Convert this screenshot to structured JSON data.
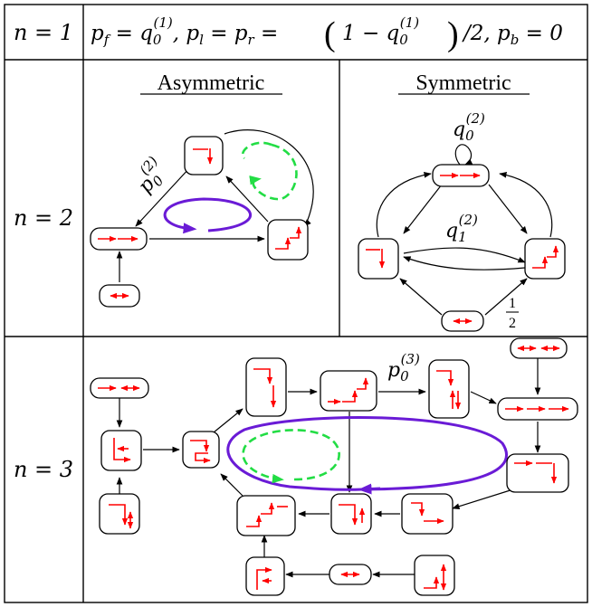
{
  "table": {
    "row1": {
      "n_label": "n = 1",
      "formula_parts": {
        "pf": "p",
        "pf_sub": "f",
        "eq1": " = q",
        "q_sub": "0",
        "q_sup": "(1)",
        "sep1": ", p",
        "pl_sub": "l",
        "eq2": " = p",
        "pr_sub": "r",
        "eq3": " = ",
        "paren_open": "(",
        "one_minus": "1 − q",
        "q2_sub": "0",
        "q2_sup": "(1)",
        "paren_close": ")",
        "div2": "/2, p",
        "pb_sub": "b",
        "eq4": " = 0"
      }
    },
    "row2": {
      "n_label": "n = 2",
      "asym_title": "Asymmetric",
      "sym_title": "Symmetric",
      "asym_edge_label": {
        "base": "p",
        "sub": "0",
        "sup": "(2)"
      },
      "sym_loop_label": {
        "base": "q",
        "sub": "0",
        "sup": "(2)"
      },
      "sym_mid_label": {
        "base": "q",
        "sub": "1",
        "sup": "(2)"
      },
      "sym_frac": {
        "num": "1",
        "den": "2"
      }
    },
    "row3": {
      "n_label": "n = 3",
      "edge_label": {
        "base": "p",
        "sub": "0",
        "sup": "(3)"
      }
    }
  },
  "colors": {
    "arrow_red": "#ff0000",
    "cycle_purple": "#6a1bd6",
    "cycle_green": "#22dd44",
    "ink": "#000000"
  }
}
